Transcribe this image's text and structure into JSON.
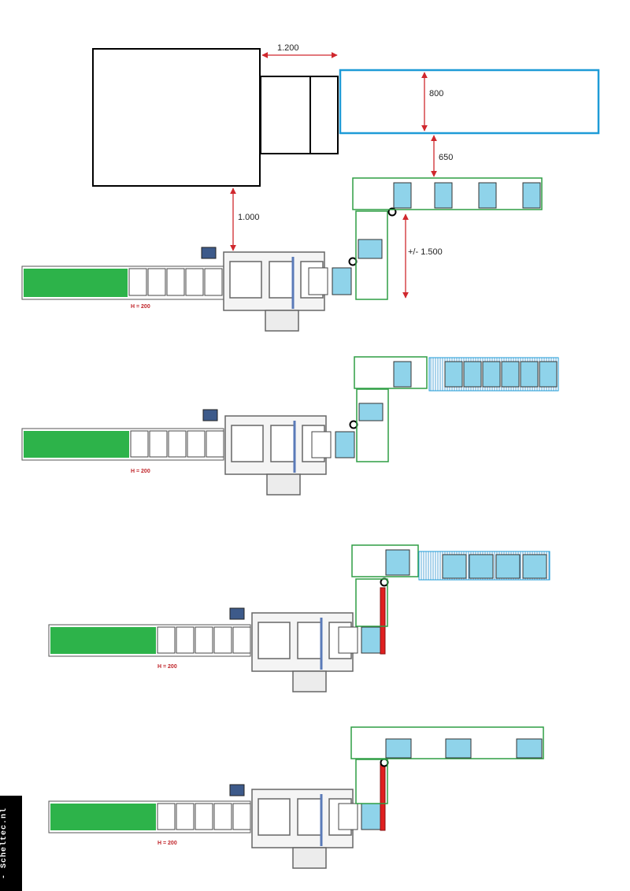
{
  "dimensions": {
    "top_gap": "1.200",
    "blue_height": "800",
    "vertical_gap": "650",
    "left_gap": "1.000",
    "stack_height": "+/- 1.500"
  },
  "height_labels": [
    "H = 200",
    "H = 200",
    "H = 200",
    "H = 200"
  ],
  "branding": {
    "sidebar_text": "- Scheltec.nl"
  },
  "colors": {
    "conveyor_green": "#2db34a",
    "outline_green": "#2f9e44",
    "box_blue": "#8fd3ea",
    "outline_blue": "#1e9bd7",
    "dimension_red": "#d0282e",
    "pusher_red": "#e02020",
    "machine_gray": "#9a9a9a"
  }
}
